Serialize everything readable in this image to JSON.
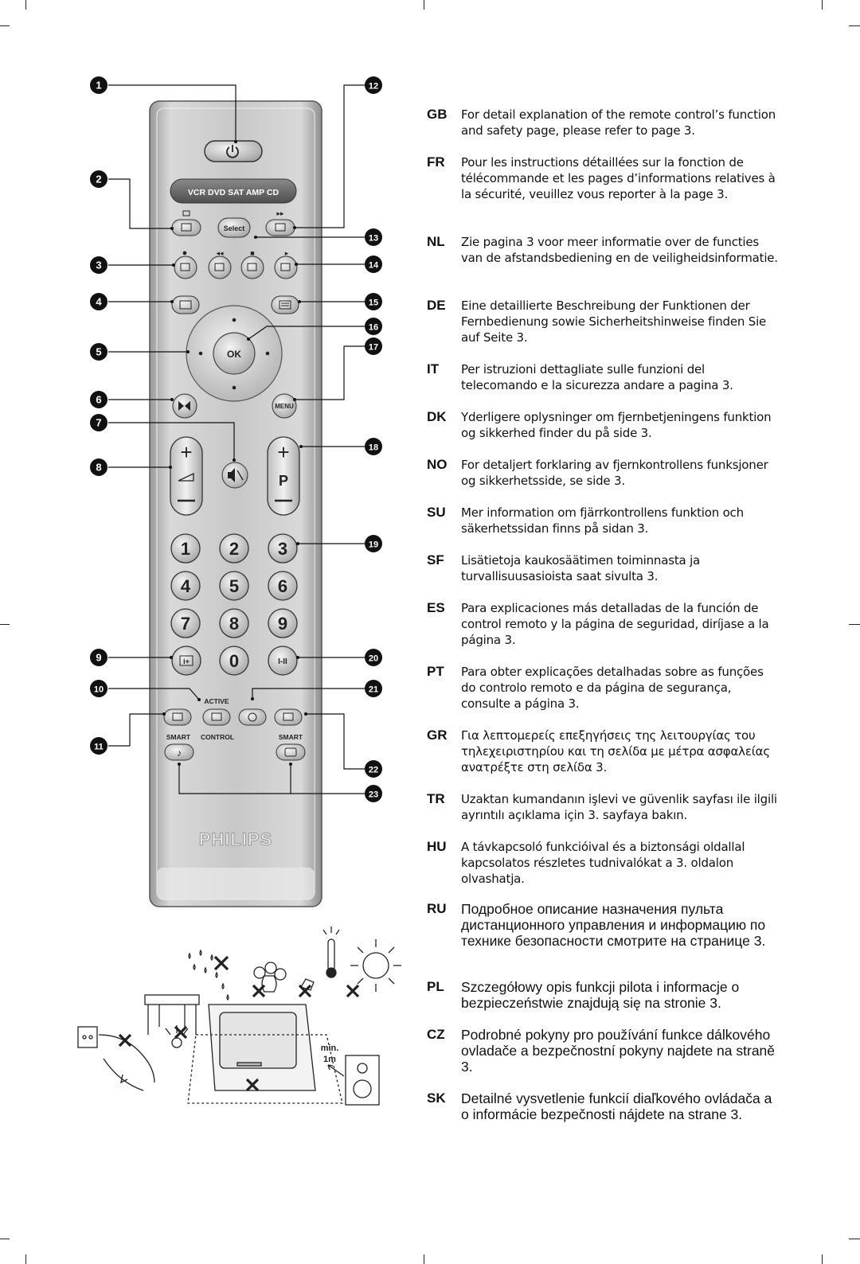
{
  "callouts": [
    "1",
    "2",
    "3",
    "4",
    "5",
    "6",
    "7",
    "8",
    "9",
    "10",
    "11",
    "12",
    "13",
    "14",
    "15",
    "16",
    "17",
    "18",
    "19",
    "20",
    "21",
    "22",
    "23"
  ],
  "remote": {
    "source_bar_label": "VCR DVD SAT AMP CD",
    "select_label": "Select",
    "ok_label": "OK",
    "menu_label": "MENU",
    "program_label": "P",
    "digits": [
      "1",
      "2",
      "3",
      "4",
      "5",
      "6",
      "7",
      "8",
      "9",
      "0"
    ],
    "dual_label": "I-II",
    "active_label": "ACTIVE",
    "smart_left_label": "SMART",
    "control_label": "CONTROL",
    "smart_right_label": "SMART",
    "brand": "PHILIPS"
  },
  "safety": {
    "distance_label_1": "min.",
    "distance_label_2": "1m"
  },
  "languages": [
    {
      "code": "GB",
      "text": "For detail explanation of the remote control’s function and safety page,  please refer to page 3."
    },
    {
      "code": "FR",
      "text": "Pour les instructions détaillées sur la fonction de télécommande et les pages d’informations relatives à la sécurité, veuillez vous reporter à la page 3."
    },
    {
      "code": "NL",
      "text": "Zie pagina 3 voor meer informatie over de functies van de afstandsbediening en de veiligheidsinformatie."
    },
    {
      "code": "DE",
      "text": "Eine detaillierte Beschreibung der Funktionen der Fernbedienung sowie Sicherheitshinweise finden Sie auf Seite 3."
    },
    {
      "code": "IT",
      "text": "Per istruzioni dettagliate sulle funzioni del telecomando e la sicurezza andare a pagina 3."
    },
    {
      "code": "DK",
      "text": "Yderligere oplysninger om fjernbetjeningens funktion og sikkerhed finder du på side 3."
    },
    {
      "code": "NO",
      "text": "For detaljert forklaring av fjernkontrollens funksjoner og sikkerhetsside, se side 3."
    },
    {
      "code": "SU",
      "text": "Mer information om fjärrkontrollens funktion och säkerhetssidan finns på sidan 3."
    },
    {
      "code": "SF",
      "text": "Lisätietoja kaukosäätimen toiminnasta ja turvallisuusasioista saat sivulta 3."
    },
    {
      "code": "ES",
      "text": "Para explicaciones más detalladas de la función de control remoto y la página de seguridad, diríjase a la página 3."
    },
    {
      "code": "PT",
      "text": "Para obter explicações detalhadas sobre as funções do controlo remoto e da página de segurança, consulte a página 3."
    },
    {
      "code": "GR",
      "text": "Για λεπτομερείς επεξηγήσεις της λειτουργίας του τηλεχειριστηρίου και τη σελίδα με μέτρα ασφαλείας ανατρέξτε στη σελίδα 3."
    },
    {
      "code": "TR",
      "text": "Uzaktan kumandanın işlevi ve güvenlik sayfası ile ilgili ayrıntılı açıklama için 3. sayfaya bakın."
    },
    {
      "code": "HU",
      "text": "A távkapcsoló funkcióival és a biztonsági oldallal kapcsolatos részletes tudnivalókat a 3. oldalon olvashatja."
    },
    {
      "code": "RU",
      "text": "Подробное описание назначения пульта дистанционного управления и информацию по технике безопасности смотрите на странице 3."
    },
    {
      "code": "PL",
      "text": "Szczegółowy opis funkcji pilota i informacje o bezpieczeństwie znajdują się na stronie 3."
    },
    {
      "code": "CZ",
      "text": "Podrobné pokyny pro používání funkce dálkového ovladače a bezpečnostní pokyny najdete na straně 3."
    },
    {
      "code": "SK",
      "text": "Detailné vysvetlenie funkcií diaľkového ovládača a o informácie bezpečnosti nájdete na strane 3."
    }
  ]
}
